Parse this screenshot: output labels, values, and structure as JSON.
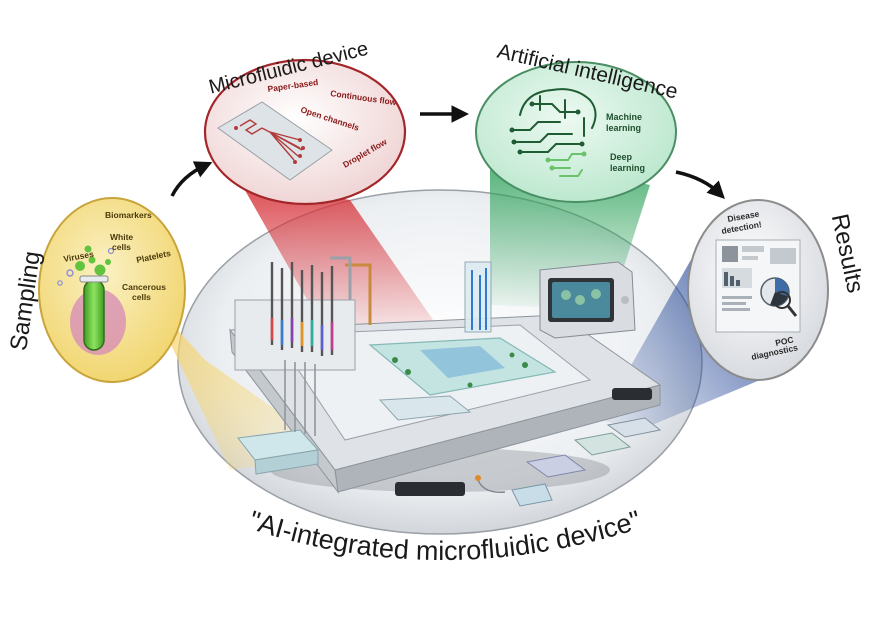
{
  "headings": {
    "sampling": "Sampling",
    "microfluidic": "Microfluidic device",
    "ai": "Artificial intelligence",
    "results": "Results"
  },
  "sampling_items": {
    "biomarkers": "Biomarkers",
    "white_cells_1": "White",
    "white_cells_2": "cells",
    "viruses": "Viruses",
    "platelets": "Platelets",
    "cancerous_1": "Cancerous",
    "cancerous_2": "cells"
  },
  "microfluidic_items": {
    "paper_based": "Paper-based",
    "continuous_flow": "Continuous flow",
    "open_channels": "Open channels",
    "droplet_flow": "Droplet flow"
  },
  "ai_items": {
    "machine_1": "Machine",
    "machine_2": "learning",
    "deep_1": "Deep",
    "deep_2": "learning"
  },
  "results_items": {
    "disease_1": "Disease",
    "disease_2": "detection!",
    "poc_1": "POC",
    "poc_2": "diagnostics"
  },
  "caption": "\"AI-integrated microfluidic device\"",
  "colors": {
    "sampling_fill": "#f6e39a",
    "sampling_stroke": "#caa43a",
    "microfluidic_fill": "#f4e4e4",
    "microfluidic_stroke": "#a3262a",
    "ai_fill": "#d6f1e2",
    "ai_stroke": "#4a8e64",
    "results_fill": "#e6eaf2",
    "results_stroke": "#8c8c8c",
    "tube_green": "#5fc43a",
    "dark_red_text": "#8b1a1a",
    "dark_green_text": "#1f4f2e"
  }
}
